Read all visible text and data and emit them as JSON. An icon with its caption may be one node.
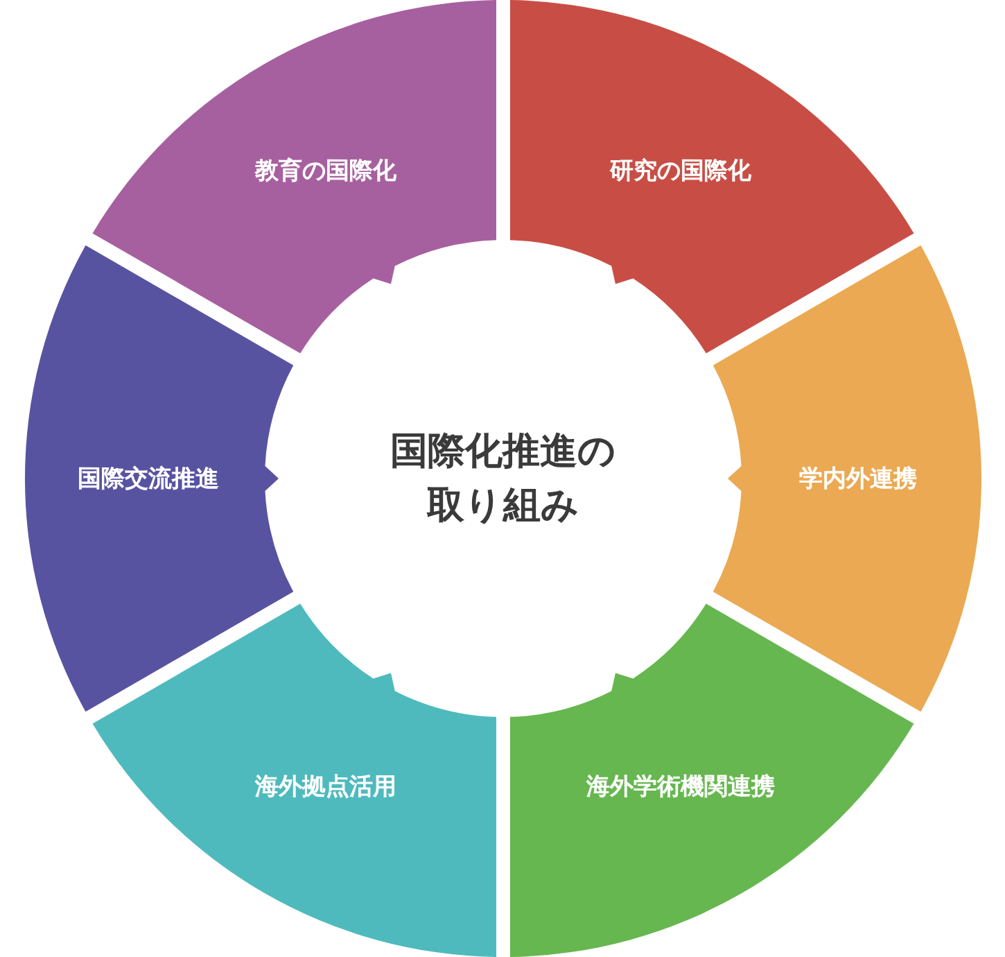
{
  "diagram": {
    "nodes": [
      {
        "text": [
          "国際化推進の取り組み"
        ]
      },
      {
        "text": [
          "研究の国際化"
        ]
      },
      {
        "text": [
          "学内外連携"
        ]
      },
      {
        "text": [
          "海外学術機関連携"
        ]
      },
      {
        "text": [
          "海外拠点活用"
        ]
      },
      {
        "text": [
          "国際交流推進"
        ]
      },
      {
        "text": [
          "教育の国際化"
        ]
      }
    ]
  }
}
